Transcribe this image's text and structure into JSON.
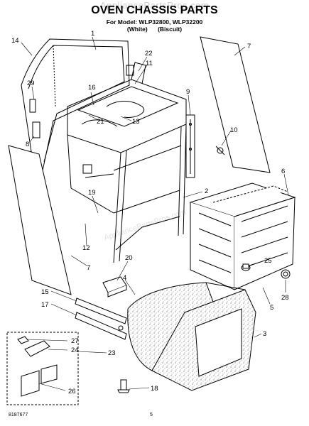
{
  "header": {
    "watermark": "AppliancePartsPros.com",
    "title": "OVEN CHASSIS PARTS",
    "model_line": "For Model: WLP32800, WLP32200",
    "color_1": "(White)",
    "color_2": "(Biscuit)"
  },
  "diagram": {
    "watermark_center": "AppliancePartsPros.com",
    "callouts": [
      "14",
      "1",
      "7",
      "22",
      "11",
      "29",
      "16",
      "9",
      "8",
      "21",
      "13",
      "10",
      "6",
      "19",
      "2",
      "12",
      "7",
      "25",
      "20",
      "4",
      "5",
      "28",
      "15",
      "17",
      "3",
      "27",
      "24",
      "23",
      "26",
      "18"
    ]
  },
  "footer": {
    "doc_number": "8187677",
    "page_number": "5"
  }
}
